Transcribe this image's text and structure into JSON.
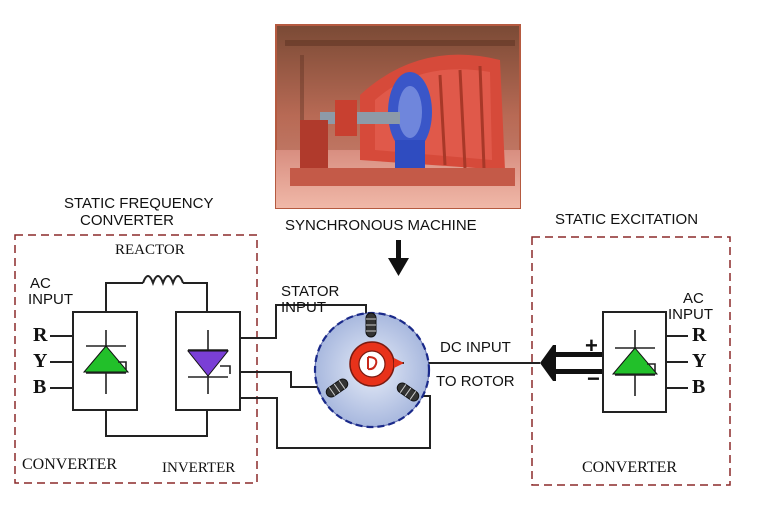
{
  "photo": {
    "name": "synchronous-machine-photo"
  },
  "labels": {
    "sfc_title_line1": "STATIC FREQUENCY",
    "sfc_title_line2": "CONVERTER",
    "reactor": "REACTOR",
    "ac_input_left_line1": "AC",
    "ac_input_left_line2": "INPUT",
    "converter_left": "CONVERTER",
    "inverter": "INVERTER",
    "sync_machine": "SYNCHRONOUS MACHINE",
    "stator_input_line1": "STATOR",
    "stator_input_line2": "INPUT",
    "dc_input": "DC INPUT",
    "to_rotor": "TO ROTOR",
    "static_excitation": "STATIC EXCITATION",
    "ac_input_right_line1": "AC",
    "ac_input_right_line2": "INPUT",
    "converter_right": "CONVERTER",
    "plus": "+",
    "minus": "−"
  },
  "phases_left": [
    "R",
    "Y",
    "B"
  ],
  "phases_right": [
    "R",
    "Y",
    "B"
  ],
  "colors": {
    "dashed_box": "#8b2a2a",
    "converter_thyristor": "#22c02a",
    "inverter_thyristor": "#7a3fd6",
    "stator_disc": "#c7d4ee",
    "stator_ring": "#1a2a8a",
    "rotor_outer": "#e8321a",
    "rotor_inner": "#ffffff"
  }
}
